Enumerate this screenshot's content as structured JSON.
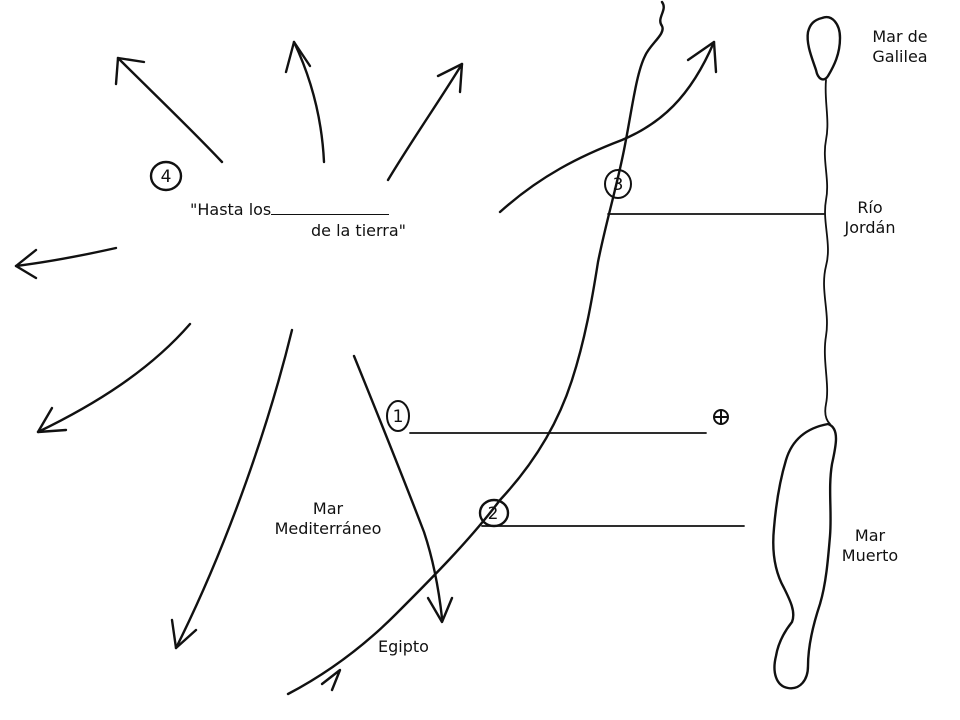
{
  "labels": {
    "galilee_line1": "Mar de",
    "galilee_line2": "Galilea",
    "jordan_line1": "Río",
    "jordan_line2": "Jordán",
    "dead_sea_line1": "Mar",
    "dead_sea_line2": "Muerto",
    "mediterranean_line1": "Mar",
    "mediterranean_line2": "Mediterráneo",
    "egypt": "Egipto",
    "quote_part1": "\"Hasta los",
    "quote_part2": "de la tierra\""
  },
  "markers": {
    "m1": "1",
    "m2": "2",
    "m3": "3",
    "m4": "4"
  },
  "colors": {
    "ink": "#111111",
    "paper": "#ffffff"
  },
  "icons": {
    "jerusalem": "circled-plus-icon",
    "arrows": "arrow-icon"
  }
}
